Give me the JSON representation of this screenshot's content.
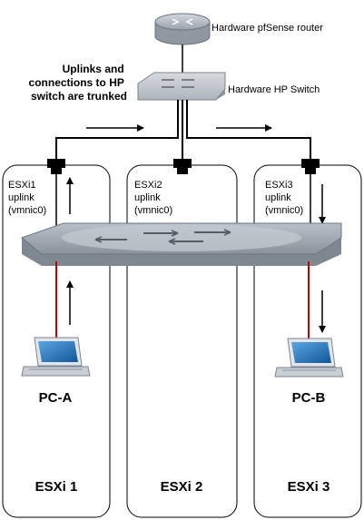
{
  "labels": {
    "router": "Hardware pfSense router",
    "hp_switch": "Hardware HP Switch",
    "trunk_note": [
      "Uplinks and",
      "connections to HP",
      "switch are trunked"
    ],
    "esxi1_uplink": [
      "ESXi1",
      "uplink",
      "(vmnic0)"
    ],
    "esxi2_uplink": [
      "ESXi2",
      "uplink",
      "(vmnic0)"
    ],
    "esxi3_uplink": [
      "ESXi3",
      "uplink",
      "(vmnic0)"
    ],
    "pc_a": "PC-A",
    "pc_b": "PC-B",
    "esxi1": "ESXi 1",
    "esxi2": "ESXi 2",
    "esxi3": "ESXi 3"
  },
  "colors": {
    "link_red": "#c00000",
    "switch_gray": "#8e96a0",
    "laptop_blue": "#1c6fb8"
  },
  "icons": [
    "router-icon",
    "switch-icon",
    "laptop-icon",
    "port-icon",
    "arrow-icon"
  ]
}
